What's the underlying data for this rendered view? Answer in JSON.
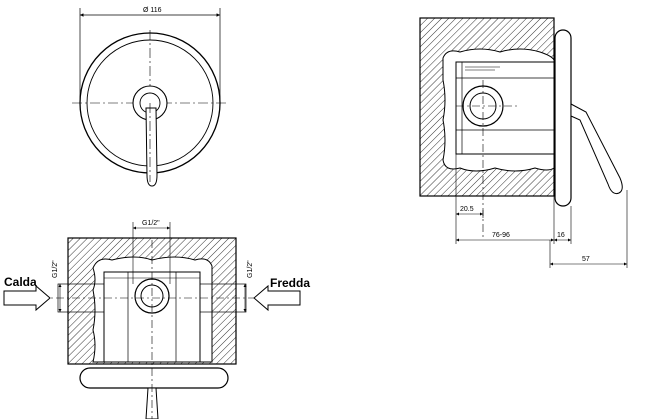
{
  "labels": {
    "diameter": "Ø 116",
    "pipe_top": "G1/2\"",
    "pipe_left": "G1/2\"",
    "pipe_right": "G1/2\"",
    "hot": "Calda",
    "cold": "Fredda",
    "dim_20_5": "20.5",
    "dim_76_96": "76-96",
    "dim_16": "16",
    "dim_57": "57"
  }
}
